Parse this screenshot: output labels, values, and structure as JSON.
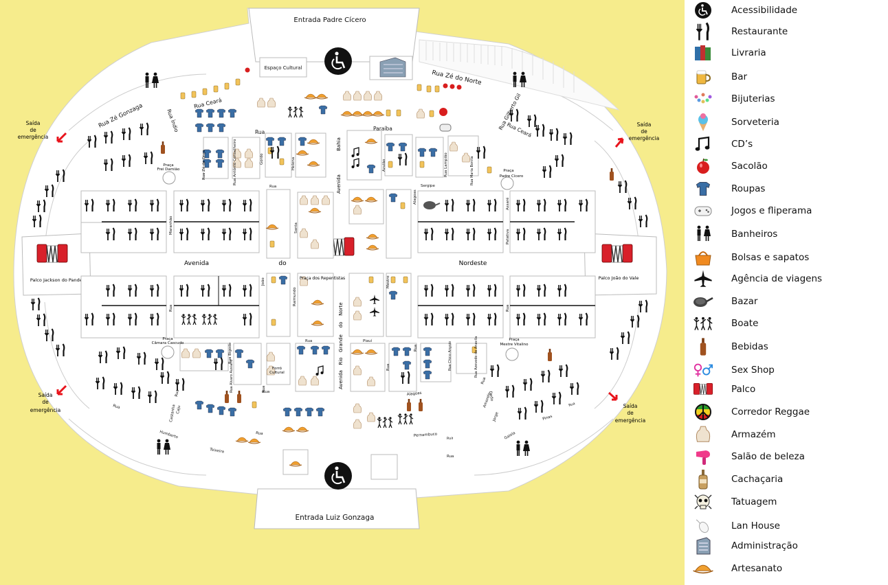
{
  "map": {
    "entrances": {
      "north": "Entrada Padre Cícero",
      "south": "Entrada Luiz Gonzaga"
    },
    "emergency_exit": [
      "Saída",
      "de",
      "emergência"
    ],
    "stages": {
      "west": "Palco Jackson do Pandeiro",
      "east": "Palco João do Vale"
    },
    "cultural_space": "Espaço Cultural",
    "avenue_words": [
      "Avenida",
      "do",
      "Nordeste"
    ],
    "praca_repentistas": "Praça dos Repentistas",
    "avenue_vertical": [
      "Avenida",
      "Rio",
      "Grande",
      "do",
      "Norte"
    ],
    "avenida_bahia": [
      "Bahia",
      "Avenida"
    ],
    "streets": {
      "ze_gonzaga": "Rua Zé Gonzaga",
      "ze_do_norte": "Rua Zé do Norte",
      "ceara_nw": "Rua Ceará",
      "ceara_ne": "Rua Ceará",
      "indio": "Rua Índio",
      "gilberto_gil": "Rua Gilberto Gil",
      "rua_top": "Rua",
      "paraiba": "Paraíba",
      "sergipe": "Sergipe",
      "ze_da_onca": "Rua Zé da Onça",
      "antonio_conselheiro": "Rua Antônio Conselheiro",
      "gordo": "Gordo",
      "helena": "Helena",
      "azulao": "Azulão",
      "lampiao": "Rua Lampião",
      "maria_bonita": "Rua Maria Bonita",
      "rua_center_top": "Rua",
      "santa": "Santa",
      "alagoas": "Alagoas",
      "maranhao": "Maranhão",
      "assare": "Assaré",
      "patativa": "Patativa",
      "rua_w": "Rua",
      "rua_e": "Rua",
      "joao": "João",
      "raimundo": "Raimundo",
      "mestre": "Mestre",
      "rua_center_mid": "Rua",
      "piaui": "Piauí",
      "rua_center_low": "Rua",
      "rua_s1": "Rua",
      "rua_s2": "Rua",
      "rua_sw_small": "Rua",
      "rua_se": "Rua",
      "rua_sse": "Rua",
      "bigode": "Rua Bigode",
      "alvaro_ausiano": "Rua Alvaro Ausiano",
      "chico_anysio": "Rua Chico Anysio",
      "azevedo": "Rua Azevedo de Anavila",
      "rua_sw": "Rua",
      "rua_sw2": "Rua",
      "caju": "Caju",
      "castanha": "Castanha",
      "humberto": "Humberto",
      "teixeira": "Teixeira",
      "rua_low": "Rua",
      "alagoas_s": "Alagoas",
      "pernambuco": "Pernambuco",
      "rua_pe": "Rua",
      "rua_se2": "Rua",
      "dedo": "Dedo",
      "jorge": "Jorge",
      "amorelo": "Amorelo",
      "gaiola": "Gaiola",
      "pinas": "Pinas"
    },
    "pracas": {
      "frei_damiao": [
        "Praça",
        "Frei Damião"
      ],
      "padre_cicero": [
        "Praça",
        "Padre Cícero"
      ],
      "camara_cascudo": [
        "Praça",
        "Câmara Cascudo"
      ],
      "mestre_vitalino": [
        "Praça",
        "Mestre Vitalino"
      ],
      "forro_cultural": [
        "Forró",
        "Cultural"
      ]
    }
  },
  "legend": [
    {
      "label": "Acessibilidade",
      "icon": "wheelchair-icon"
    },
    {
      "label": "Restaurante",
      "icon": "fork-knife-icon"
    },
    {
      "label": "Livraria",
      "icon": "books-icon"
    },
    {
      "label": "Bar",
      "icon": "beer-mug-icon"
    },
    {
      "label": "Bijuterias",
      "icon": "necklace-icon"
    },
    {
      "label": "Sorveteria",
      "icon": "ice-cream-icon"
    },
    {
      "label": "CD’s",
      "icon": "music-note-icon"
    },
    {
      "label": "Sacolão",
      "icon": "apple-icon"
    },
    {
      "label": "Roupas",
      "icon": "shirt-icon"
    },
    {
      "label": "Jogos e fliperama",
      "icon": "gamepad-icon"
    },
    {
      "label": "Banheiros",
      "icon": "restroom-icon"
    },
    {
      "label": "Bolsas e sapatos",
      "icon": "handbag-icon"
    },
    {
      "label": "Agência de viagens",
      "icon": "airplane-icon"
    },
    {
      "label": "Bazar",
      "icon": "frying-pan-icon"
    },
    {
      "label": "Boate",
      "icon": "dancers-icon"
    },
    {
      "label": "Bebidas",
      "icon": "bottle-icon"
    },
    {
      "label": "Sex Shop",
      "icon": "gender-symbols-icon"
    },
    {
      "label": "Palco",
      "icon": "accordion-icon"
    },
    {
      "label": "Corredor Reggae",
      "icon": "reggae-peace-icon"
    },
    {
      "label": "Armazém",
      "icon": "sack-icon"
    },
    {
      "label": "Salão de beleza",
      "icon": "hair-dryer-icon"
    },
    {
      "label": "Cachaçaria",
      "icon": "cachaca-bottle-icon"
    },
    {
      "label": "Tatuagem",
      "icon": "skull-icon"
    },
    {
      "label": "Lan House",
      "icon": "computer-mouse-icon"
    },
    {
      "label": "Administração",
      "icon": "building-icon"
    },
    {
      "label": "Artesanato",
      "icon": "craft-hat-icon"
    }
  ],
  "colors": {
    "background": "#f6ec8c",
    "exit_arrow": "#e8141c",
    "restaurant": "#111111"
  }
}
